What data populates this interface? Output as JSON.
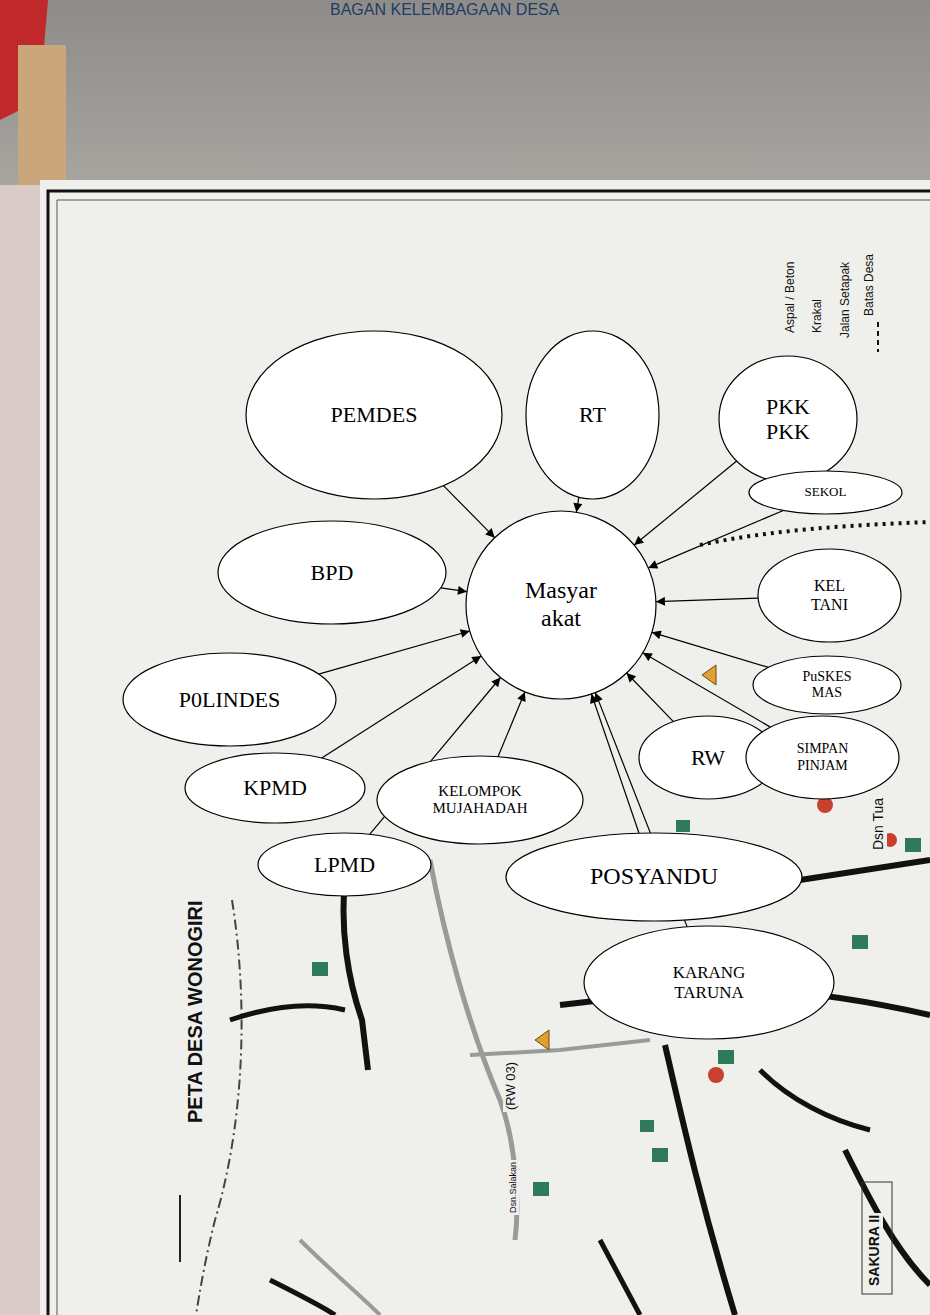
{
  "diagram": {
    "title": "BAGAN KELEMBAGAAN DESA",
    "nodes": [
      {
        "text": [
          "PEMDES"
        ]
      },
      {
        "text": [
          "RT"
        ]
      },
      {
        "text": [
          "PKK PKK"
        ]
      },
      {
        "text": [
          "SEKOL"
        ]
      },
      {
        "text": [
          "Masyar akat"
        ]
      },
      {
        "text": [
          "BPD"
        ]
      },
      {
        "text": [
          "KEL TANI"
        ]
      },
      {
        "text": [
          "P0LINDES"
        ]
      },
      {
        "text": [
          "PuSKES MAS"
        ]
      },
      {
        "text": [
          "RW"
        ]
      },
      {
        "text": [
          "SIMPAN PINJAM"
        ]
      },
      {
        "text": [
          "KPMD"
        ]
      },
      {
        "text": [
          "KELOMPOK MUJAHADAH"
        ]
      },
      {
        "text": [
          "LPMD"
        ]
      },
      {
        "text": [
          "POSYANDU"
        ]
      },
      {
        "text": [
          "KARANG TARUNA"
        ]
      }
    ],
    "edges": [
      {
        "from": 0,
        "to": 4,
        "arrow": "to"
      },
      {
        "from": 1,
        "to": 4,
        "arrow": "to"
      },
      {
        "from": 2,
        "to": 4,
        "arrow": "to"
      },
      {
        "from": 3,
        "to": 4,
        "arrow": "to"
      },
      {
        "from": 5,
        "to": 4,
        "arrow": "to"
      },
      {
        "from": 6,
        "to": 4,
        "arrow": "to"
      },
      {
        "from": 7,
        "to": 4,
        "arrow": "to"
      },
      {
        "from": 8,
        "to": 4,
        "arrow": "to"
      },
      {
        "from": 9,
        "to": 4,
        "arrow": "to"
      },
      {
        "from": 10,
        "to": 4,
        "arrow": "to"
      },
      {
        "from": 11,
        "to": 4,
        "arrow": "to"
      },
      {
        "from": 12,
        "to": 4,
        "arrow": "to"
      },
      {
        "from": 13,
        "to": 4,
        "arrow": "to"
      },
      {
        "from": 14,
        "to": 4,
        "arrow": "to"
      },
      {
        "from": 15,
        "to": 4,
        "arrow": "to"
      }
    ],
    "labels": [
      "PETA DESA WONOGIRI",
      "Aspal / Beton",
      "Krakal",
      "Jalan Setapak",
      "Batas Desa",
      "(RW 03)",
      "Dsn.Salakan",
      "SAKURA II",
      "Dsn Tua"
    ]
  }
}
